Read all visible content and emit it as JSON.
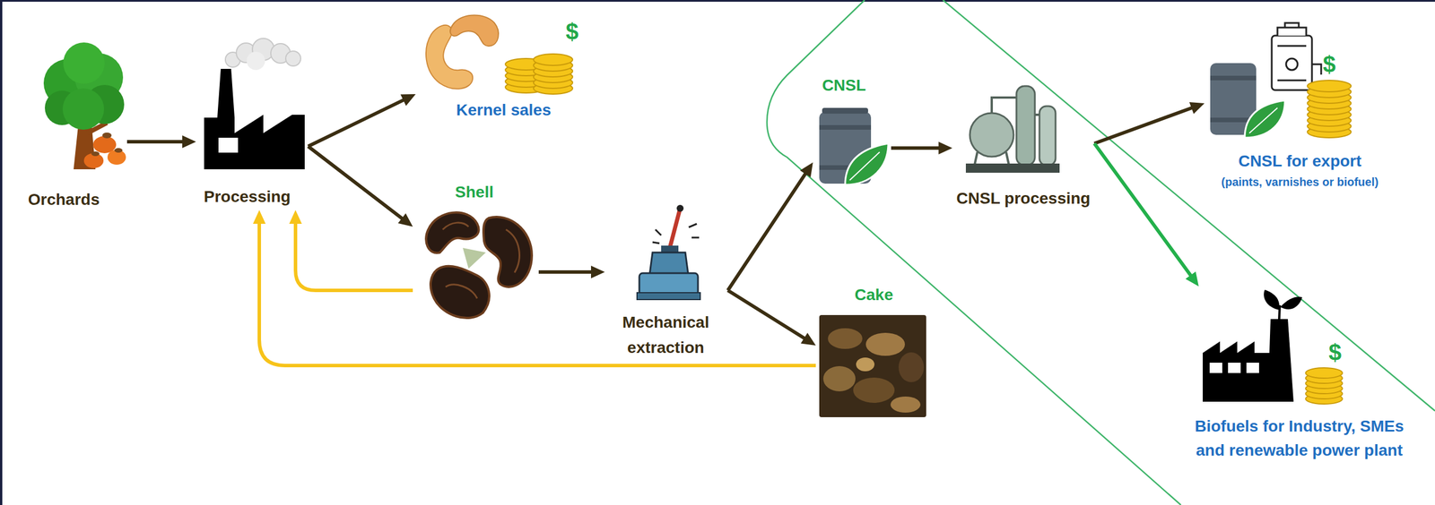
{
  "diagram": {
    "nodes": [
      {
        "text": [
          "Orchards"
        ]
      },
      {
        "text": [
          "Processing"
        ]
      },
      {
        "text": [
          "Kernel sales"
        ]
      },
      {
        "text": [
          "Shell"
        ]
      },
      {
        "text": [
          "Mechanical extraction"
        ]
      },
      {
        "text": [
          "CNSL"
        ]
      },
      {
        "text": [
          "Cake"
        ]
      },
      {
        "text": [
          "CNSL processing"
        ]
      },
      {
        "text": [
          "CNSL for export",
          "(paints, varnishes or biofuel)"
        ]
      },
      {
        "text": [
          "Biofuels for Industry, SMEs and renewable power plant"
        ]
      }
    ],
    "edges": [
      {
        "from": 0,
        "to": 1,
        "arrow": "to"
      },
      {
        "from": 1,
        "to": 2,
        "arrow": "to"
      },
      {
        "from": 1,
        "to": 3,
        "arrow": "to"
      },
      {
        "from": 3,
        "to": 1,
        "arrow": "to"
      },
      {
        "from": 3,
        "to": 4,
        "arrow": "to"
      },
      {
        "from": 4,
        "to": 5,
        "arrow": "to"
      },
      {
        "from": 4,
        "to": 6,
        "arrow": "to"
      },
      {
        "from": 6,
        "to": 1,
        "arrow": "to"
      },
      {
        "from": 5,
        "to": 7,
        "arrow": "to"
      },
      {
        "from": 7,
        "to": 8,
        "arrow": "to"
      },
      {
        "from": 7,
        "to": 9,
        "arrow": "to"
      }
    ],
    "labels": [
      "$",
      "$",
      "$"
    ]
  }
}
